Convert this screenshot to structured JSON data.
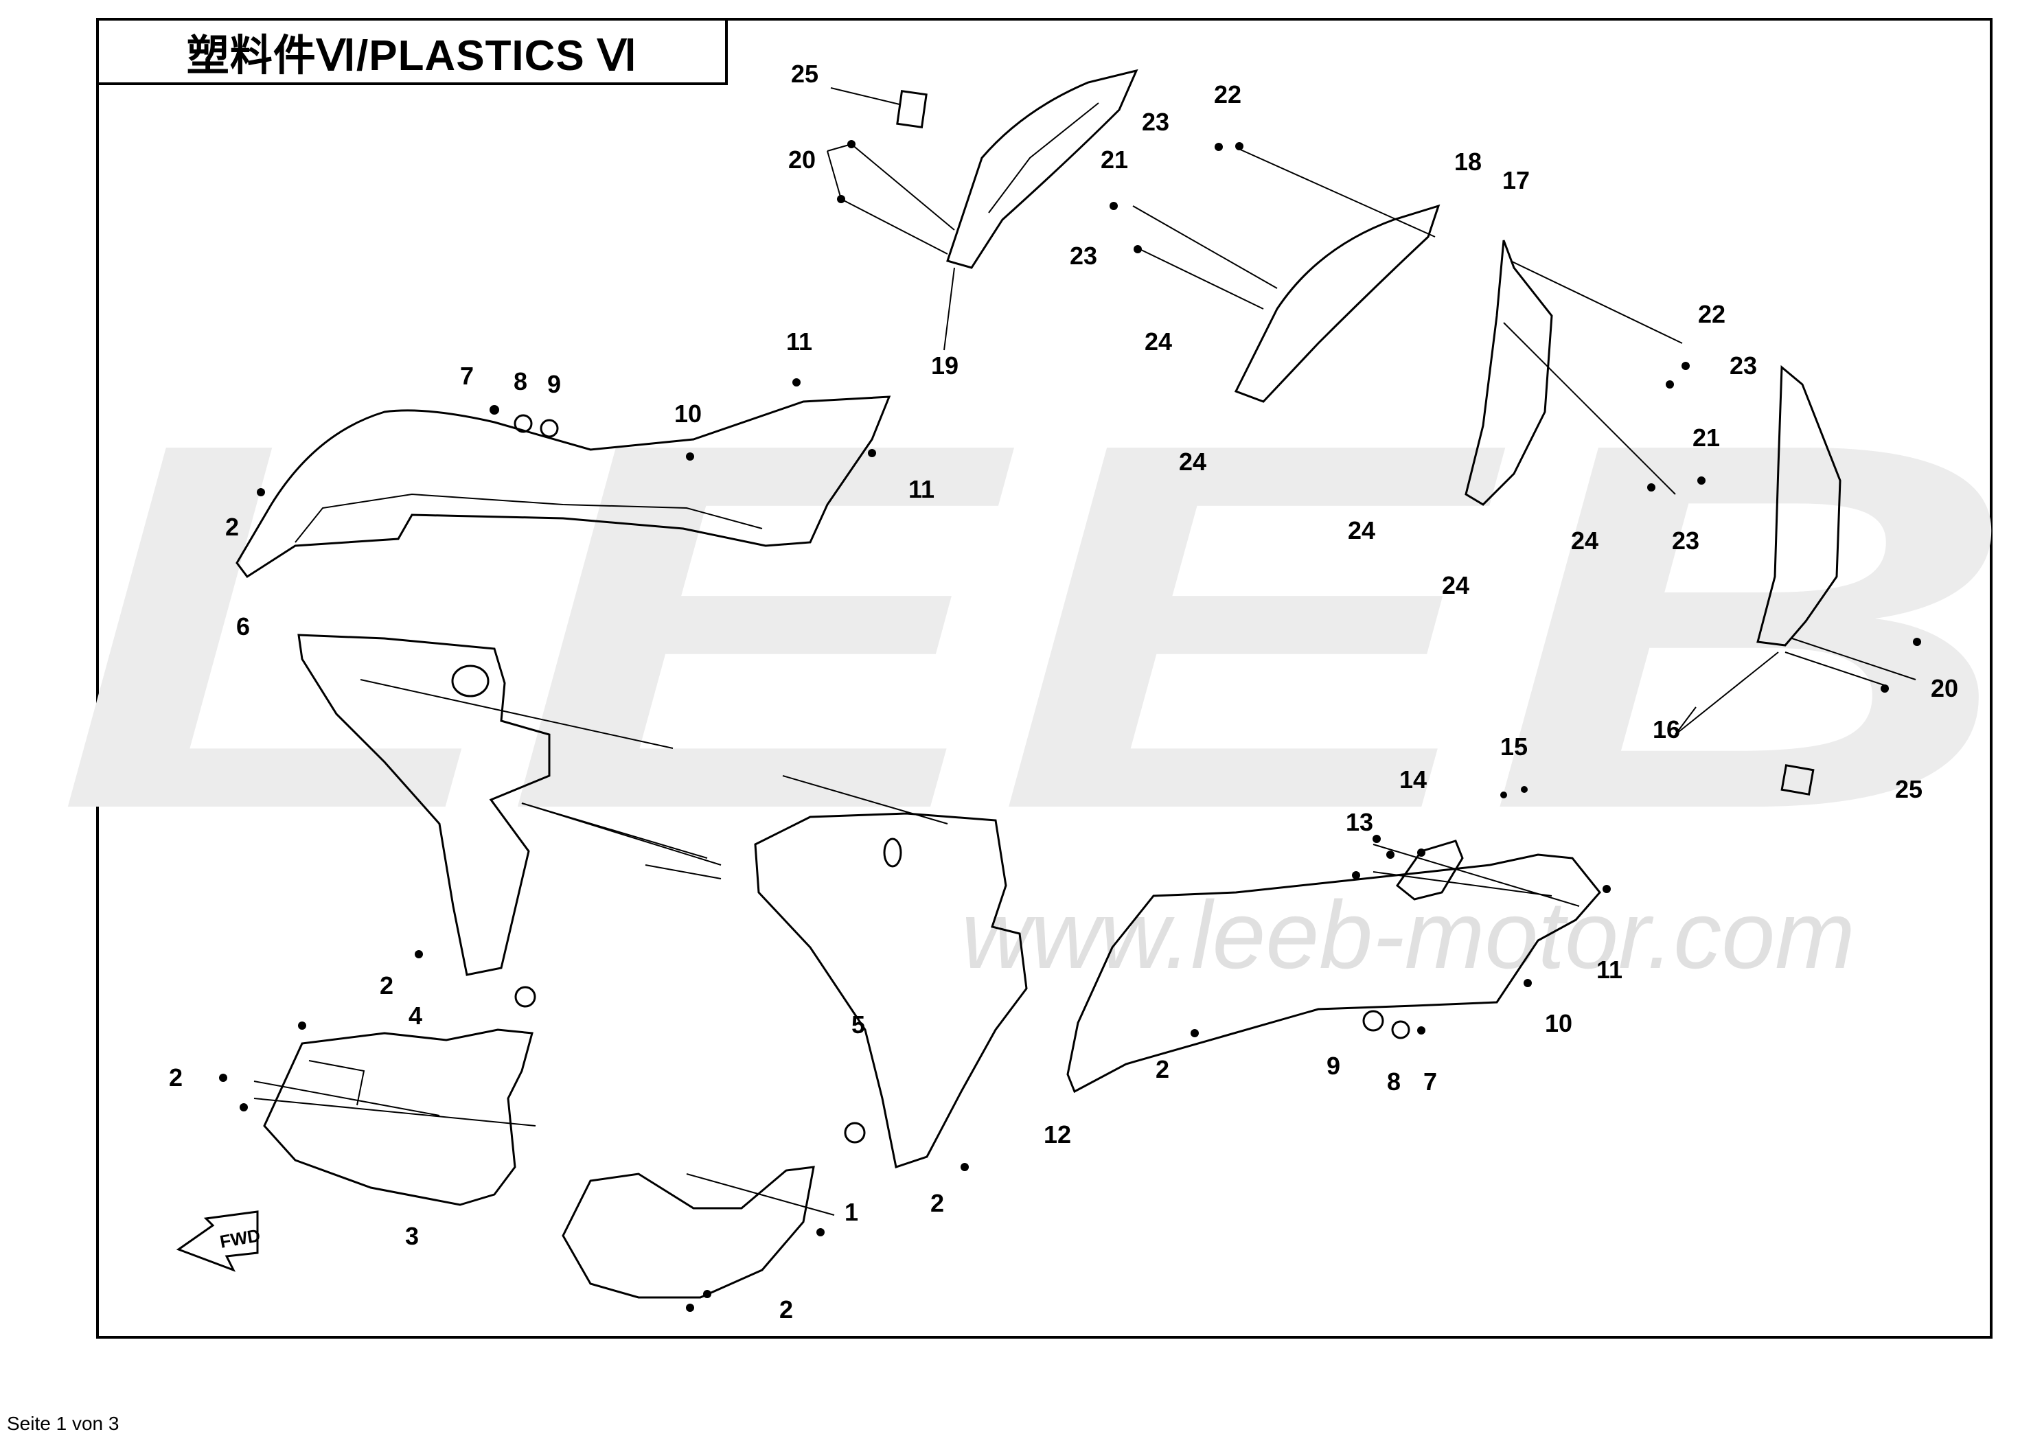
{
  "title": "塑料件Ⅵ/PLASTICS Ⅵ",
  "footer": "Seite 1 von 3",
  "watermark": {
    "logo": "LEEB",
    "url": "www.leeb-motor.com",
    "color": "#e6e6e6"
  },
  "fwd_label": "FWD",
  "callouts": [
    "25",
    "20",
    "19",
    "22",
    "23",
    "21",
    "18",
    "17",
    "23",
    "22",
    "23",
    "24",
    "24",
    "21",
    "23",
    "24",
    "24",
    "24",
    "16",
    "20",
    "25",
    "11",
    "7",
    "8",
    "9",
    "10",
    "11",
    "2",
    "6",
    "2",
    "4",
    "5",
    "3",
    "2",
    "1",
    "2",
    "2",
    "15",
    "14",
    "13",
    "11",
    "10",
    "12",
    "2",
    "9",
    "8",
    "7"
  ]
}
